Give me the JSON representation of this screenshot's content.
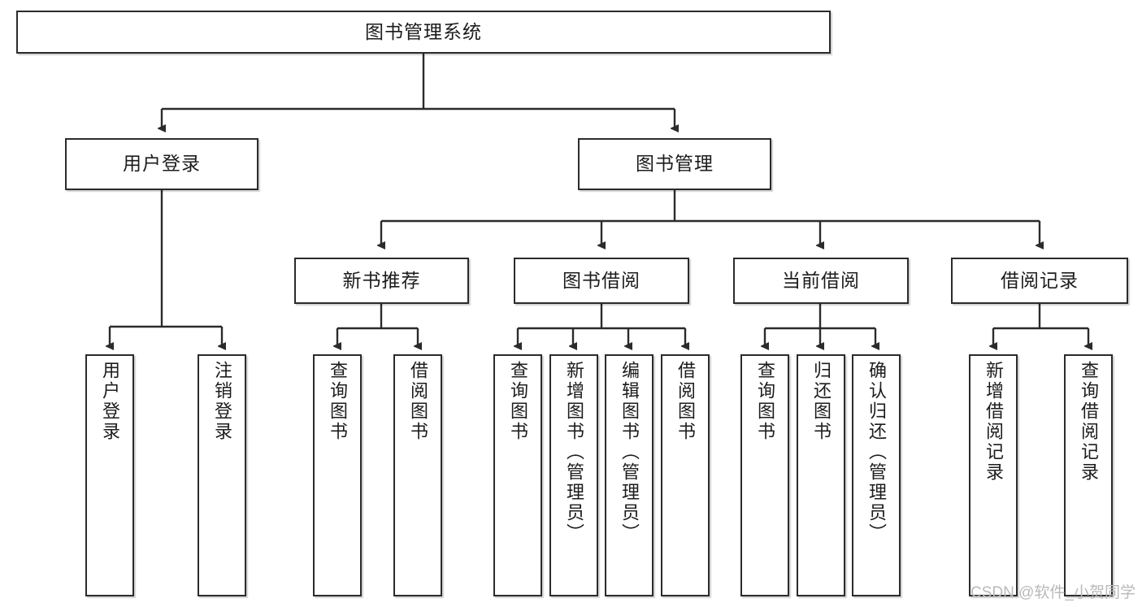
{
  "diagram": {
    "title": "图书管理系统",
    "type": "tree",
    "watermark": "CSDN @软件_小贺同学",
    "colors": {
      "box_border": "#2b2b2b",
      "box_fill": "#ffffff",
      "edge": "#2b2b2b",
      "text": "#1c1c1c",
      "watermark": "#b9b9b9"
    },
    "root": {
      "label": "图书管理系统"
    },
    "level2": [
      {
        "label": "用户登录"
      },
      {
        "label": "图书管理"
      }
    ],
    "level3": [
      {
        "label": "新书推荐"
      },
      {
        "label": "图书借阅"
      },
      {
        "label": "当前借阅"
      },
      {
        "label": "借阅记录"
      }
    ],
    "leaves": {
      "user_login": [
        {
          "label": "用户登录"
        },
        {
          "label": "注销登录"
        }
      ],
      "new_book_recommend": [
        {
          "label": "查询图书"
        },
        {
          "label": "借阅图书"
        }
      ],
      "book_borrow": [
        {
          "label": "查询图书"
        },
        {
          "label": "新增图书（管理员）"
        },
        {
          "label": "编辑图书（管理员）"
        },
        {
          "label": "借阅图书"
        }
      ],
      "current_borrow": [
        {
          "label": "查询图书"
        },
        {
          "label": "归还图书"
        },
        {
          "label": "确认归还（管理员）"
        }
      ],
      "borrow_record": [
        {
          "label": "新增借阅记录"
        },
        {
          "label": "查询借阅记录"
        }
      ]
    }
  }
}
